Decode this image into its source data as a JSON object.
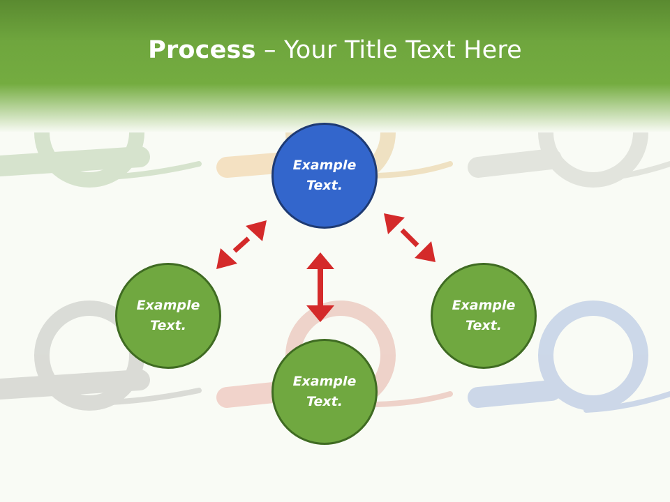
{
  "header": {
    "title_bold": "Process",
    "title_rest": " – Your Title Text Here"
  },
  "nodes": {
    "top": "Example Text.",
    "left": "Example Text.",
    "bottom": "Example Text.",
    "right": "Example Text."
  },
  "colors": {
    "header_green": "#6fa63e",
    "node_green": "#70a840",
    "node_blue": "#3366cc",
    "arrow_red": "#d42a2a"
  }
}
